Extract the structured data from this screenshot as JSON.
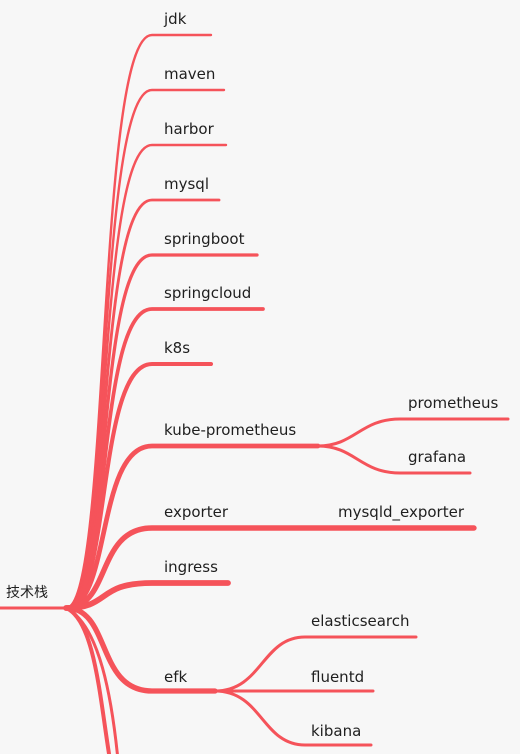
{
  "mindmap": {
    "root": "技术栈",
    "colors": {
      "edge": "#f5535a",
      "text": "#1f1f1f",
      "background": "#f7f7f7"
    },
    "branches": [
      {
        "label": "jdk",
        "children": []
      },
      {
        "label": "maven",
        "children": []
      },
      {
        "label": "harbor",
        "children": []
      },
      {
        "label": "mysql",
        "children": []
      },
      {
        "label": "springboot",
        "children": []
      },
      {
        "label": "springcloud",
        "children": []
      },
      {
        "label": "k8s",
        "children": []
      },
      {
        "label": "kube-prometheus",
        "children": [
          "prometheus",
          "grafana"
        ]
      },
      {
        "label": "exporter",
        "children": [
          "mysqld_exporter"
        ]
      },
      {
        "label": "ingress",
        "children": []
      },
      {
        "label": "efk",
        "children": [
          "elasticsearch",
          "fluentd",
          "kibana"
        ]
      }
    ]
  }
}
